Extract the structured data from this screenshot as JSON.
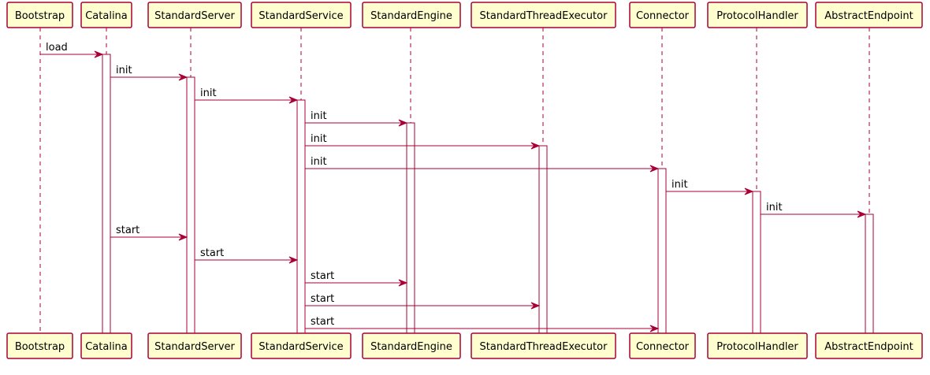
{
  "colors": {
    "participant_fill": "#FEFECE",
    "border": "#A80036",
    "activation_fill": "#FFFFFF",
    "text": "#000000",
    "background": "#FFFFFF"
  },
  "participants": [
    {
      "id": "bootstrap",
      "label": "Bootstrap"
    },
    {
      "id": "catalina",
      "label": "Catalina"
    },
    {
      "id": "standard-server",
      "label": "StandardServer"
    },
    {
      "id": "standard-service",
      "label": "StandardService"
    },
    {
      "id": "standard-engine",
      "label": "StandardEngine"
    },
    {
      "id": "standard-thread-executor",
      "label": "StandardThreadExecutor"
    },
    {
      "id": "connector",
      "label": "Connector"
    },
    {
      "id": "protocol-handler",
      "label": "ProtocolHandler"
    },
    {
      "id": "abstract-endpoint",
      "label": "AbstractEndpoint"
    }
  ],
  "messages": [
    {
      "from": 0,
      "to": 1,
      "label": "load"
    },
    {
      "from": 1,
      "to": 2,
      "label": "init"
    },
    {
      "from": 2,
      "to": 3,
      "label": "init"
    },
    {
      "from": 3,
      "to": 4,
      "label": "init"
    },
    {
      "from": 3,
      "to": 5,
      "label": "init"
    },
    {
      "from": 3,
      "to": 6,
      "label": "init"
    },
    {
      "from": 6,
      "to": 7,
      "label": "init"
    },
    {
      "from": 7,
      "to": 8,
      "label": "init"
    },
    {
      "from": 1,
      "to": 2,
      "label": "start"
    },
    {
      "from": 2,
      "to": 3,
      "label": "start"
    },
    {
      "from": 3,
      "to": 4,
      "label": "start"
    },
    {
      "from": 3,
      "to": 5,
      "label": "start"
    },
    {
      "from": 3,
      "to": 6,
      "label": "start"
    }
  ]
}
